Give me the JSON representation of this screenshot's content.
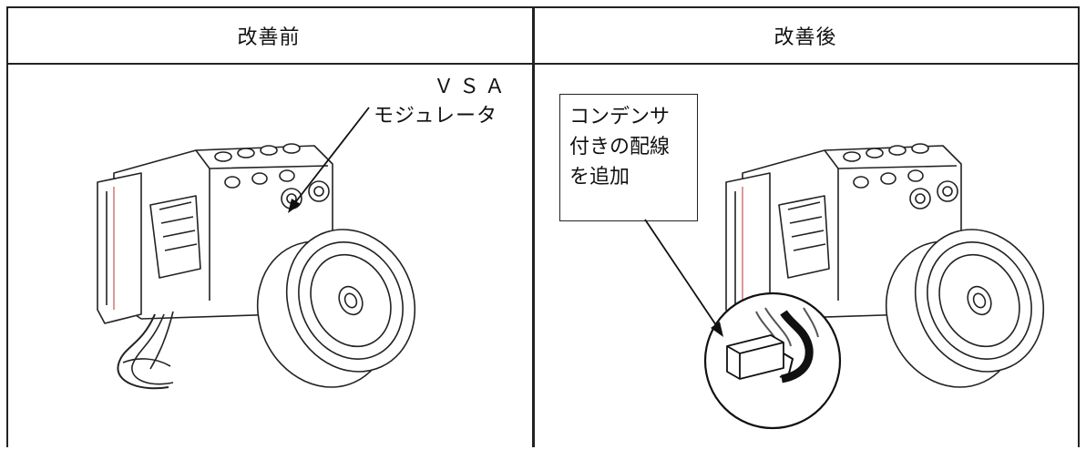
{
  "table": {
    "headers": {
      "before": "改善前",
      "after": "改善後"
    }
  },
  "before": {
    "label_line1": "ＶＳＡ",
    "label_line2": "モジュレータ"
  },
  "after": {
    "callout_lines": [
      "コンデンサ",
      "付きの配線",
      "を追加"
    ]
  }
}
